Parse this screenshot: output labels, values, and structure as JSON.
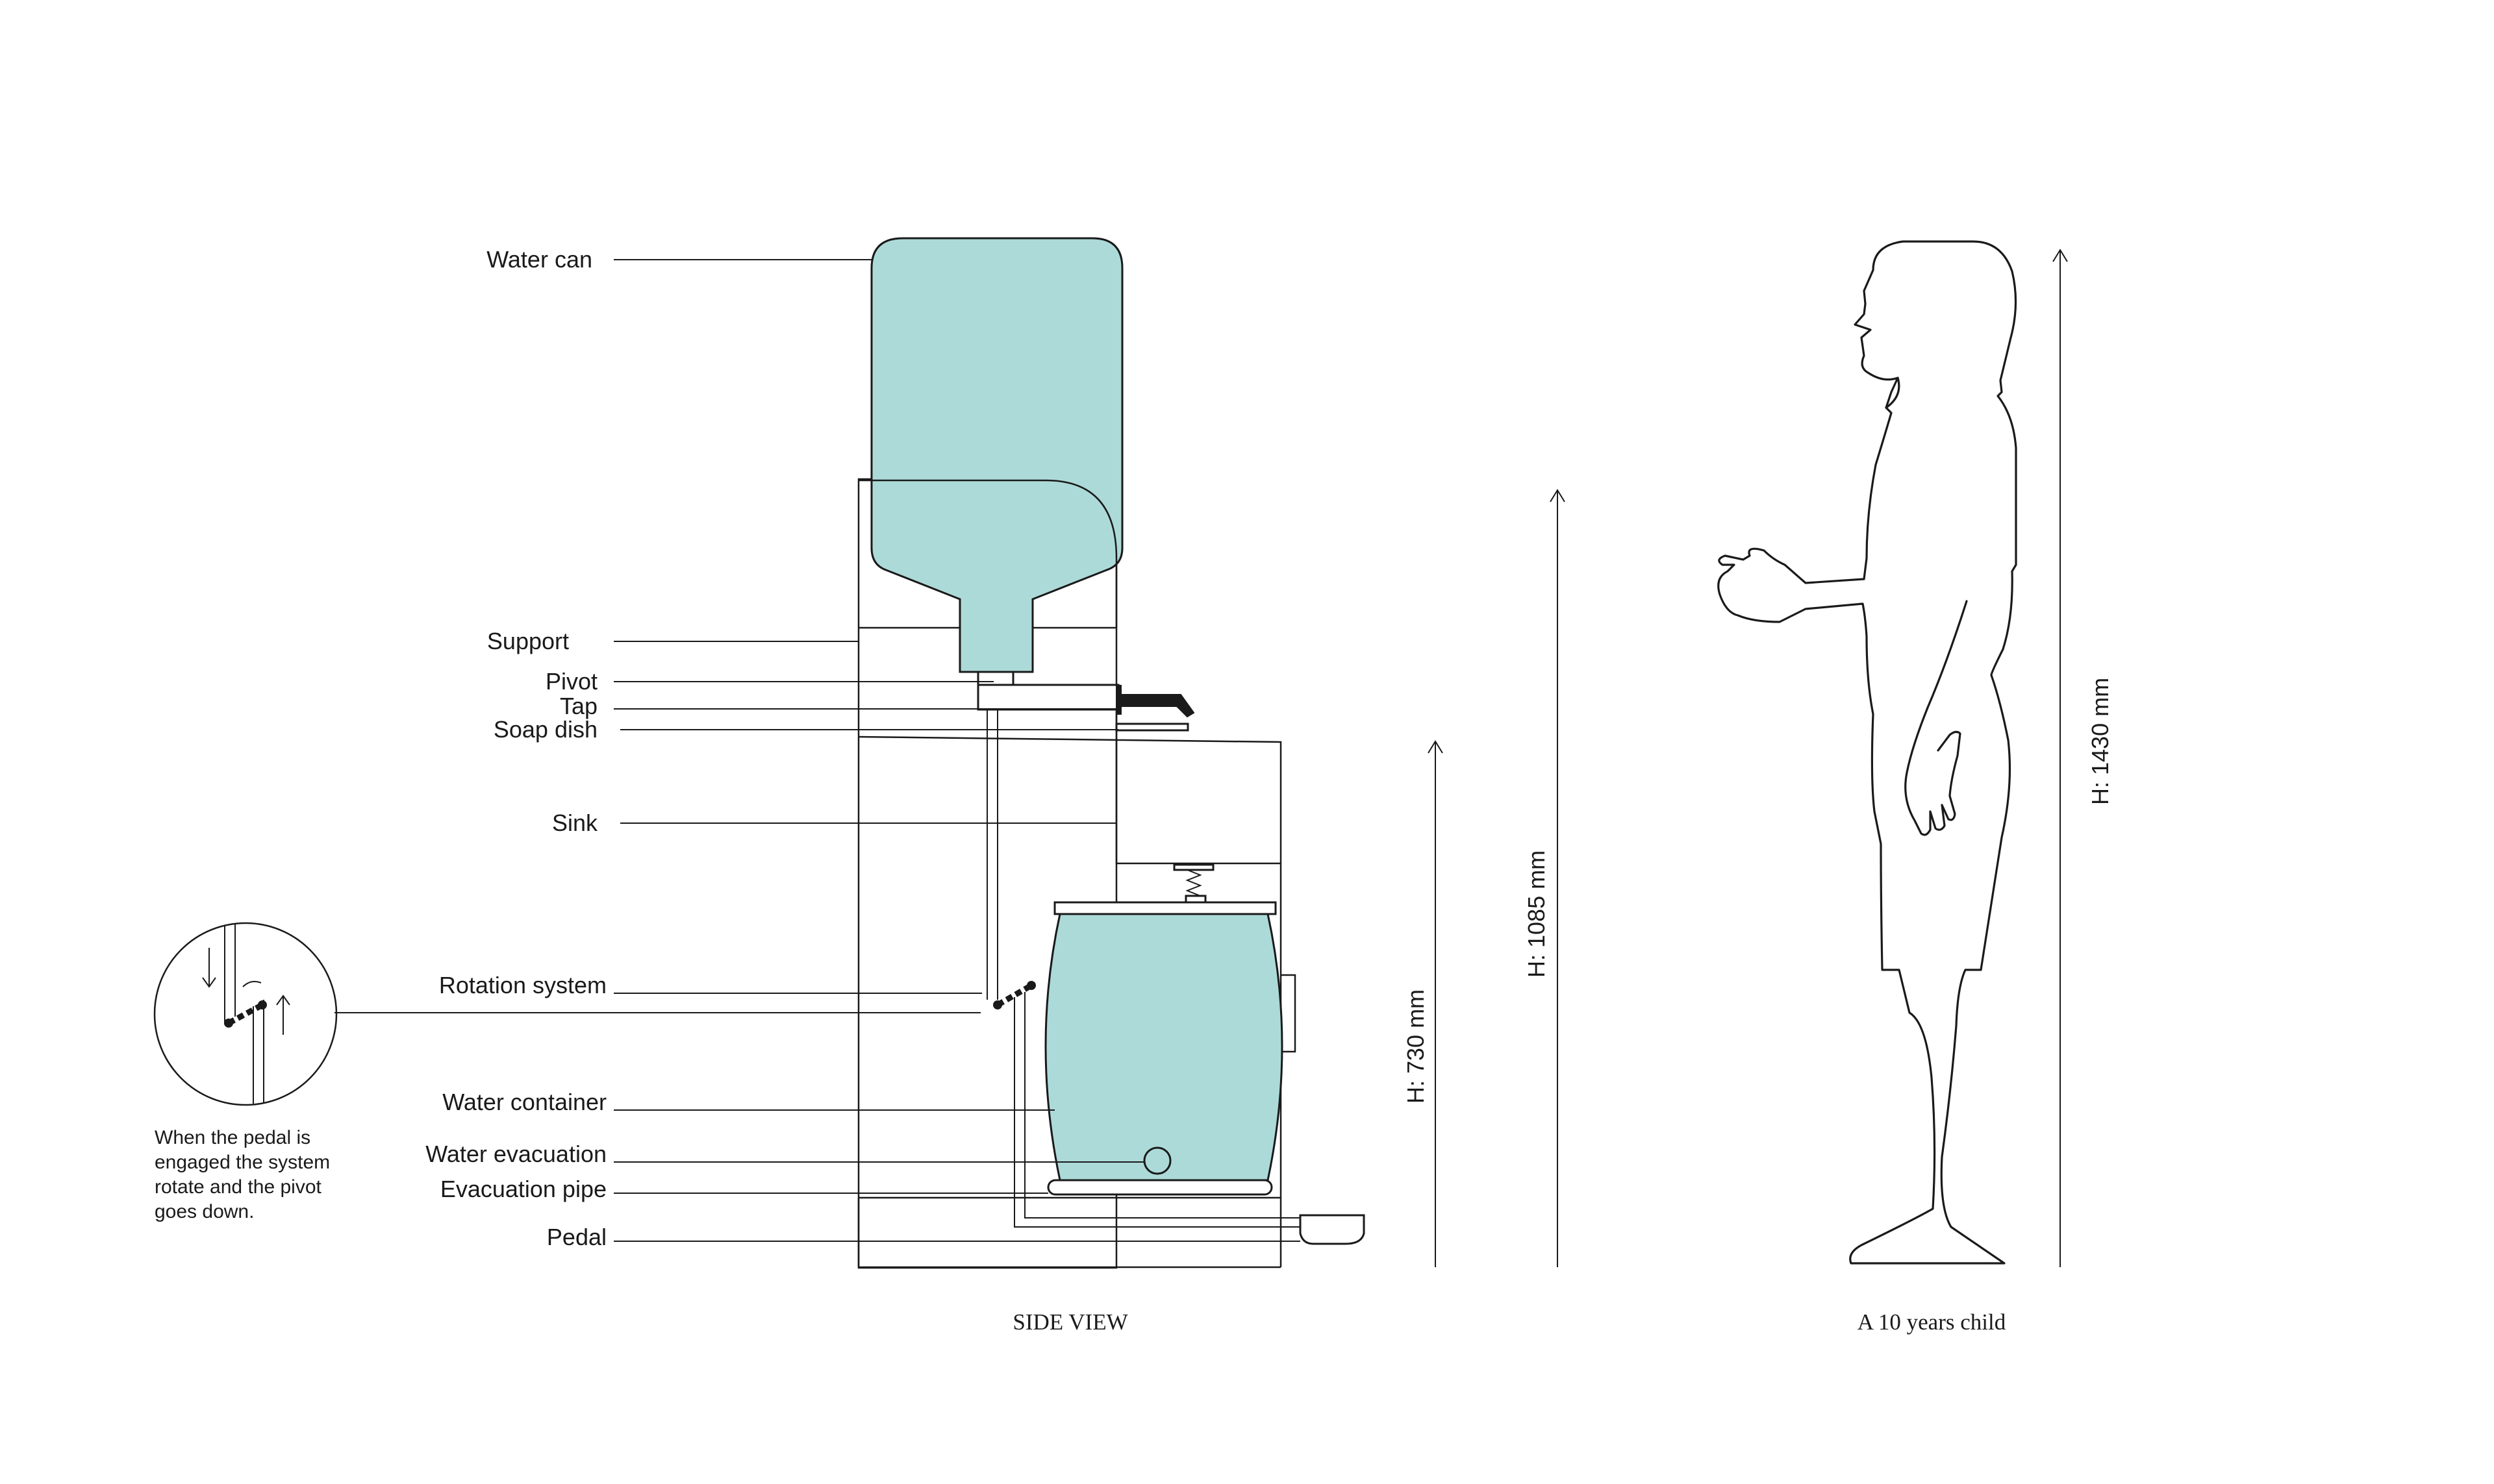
{
  "colors": {
    "water": "#acdad9",
    "ink": "#1a1a1a",
    "background": "#ffffff"
  },
  "labels": {
    "water_can": "Water can",
    "support": "Support",
    "pivot": "Pivot",
    "tap": "Tap",
    "soap_dish": "Soap dish",
    "sink": "Sink",
    "rotation_system": "Rotation system",
    "water_container": "Water container",
    "water_evacuation": "Water evacuation",
    "evacuation_pipe": "Evacuation pipe",
    "pedal": "Pedal"
  },
  "dimensions": {
    "h730": "H: 730 mm",
    "h1085": "H: 1085 mm",
    "h1430": "H: 1430 mm"
  },
  "captions": {
    "side_view": "SIDE VIEW",
    "child": "A 10 years child"
  },
  "note": {
    "line1": "When the pedal is",
    "line2": "engaged the system",
    "line3": "rotate and the pivot",
    "line4": "goes down."
  }
}
